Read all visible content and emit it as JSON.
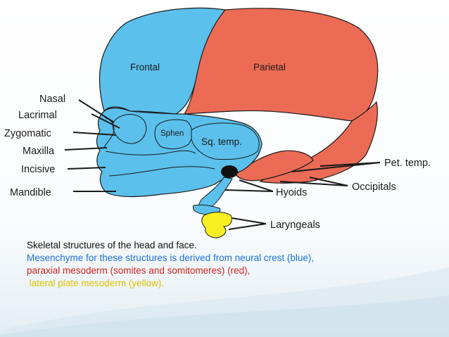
{
  "labels": {
    "frontal": "Frontal",
    "parietal": "Parietal",
    "nasal": "Nasal",
    "lacrimal": "Lacrimal",
    "zygomatic": "Zygomatic",
    "maxilla": "Maxilla",
    "incisive": "Incisive",
    "mandible": "Mandible",
    "sphen": "Sphen",
    "sq_temp": "Sq. temp.",
    "pet_temp": "Pet. temp.",
    "occipitals": "Occipitals",
    "hyoids": "Hyoids",
    "laryngeals": "Laryngeals"
  },
  "caption": {
    "line1": "Skeletal structures of the head and face.",
    "line2": "Mesenchyme for these structures is derived from neural crest (blue),",
    "line3": "paraxial mesoderm (somites and somitomeres) (red),",
    "line4": " lateral plate mesoderm (yellow)."
  },
  "colors": {
    "neural_crest_blue": "#5bc0ec",
    "paraxial_red": "#ec6b55",
    "lateral_plate_yellow": "#f7ef1f",
    "caption_blue": "#1e6fd9",
    "caption_red": "#d61f1f",
    "caption_yellow": "#e0c200"
  }
}
